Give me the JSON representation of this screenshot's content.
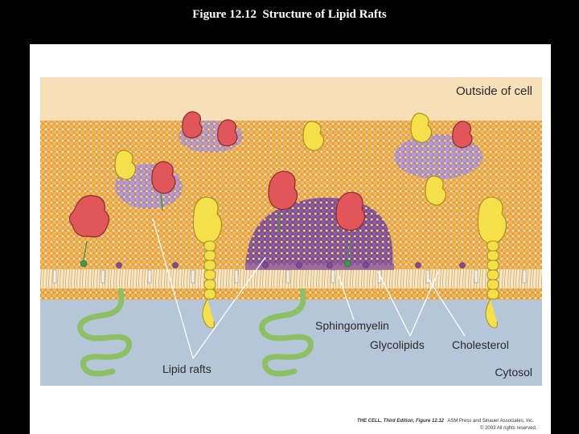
{
  "title": "Figure 12.12  Structure of Lipid Rafts",
  "labels": {
    "outside": "Outside of cell",
    "cytosol": "Cytosol",
    "sphingomyelin": "Sphingomyelin",
    "glycolipids": "Glycolipids",
    "cholesterol": "Cholesterol",
    "lipid_rafts": "Lipid rafts"
  },
  "credit": {
    "line1_title": "THE CELL, Third Edition, Figure 12.12",
    "line1_rest": "ASM Press and Sinauer Associates, Inc.",
    "line2": "© 2003 All rights reserved."
  },
  "colors": {
    "extracellular": "#f7dfb7",
    "cytosol": "#b4c6d8",
    "lipid_head": "#f4b34d",
    "raft": "#8d5ba6",
    "raft_light": "#b79ad0",
    "gpi_protein": "#e0565a",
    "yellow_protein": "#f3e04a",
    "green_protein": "#8dc063"
  }
}
